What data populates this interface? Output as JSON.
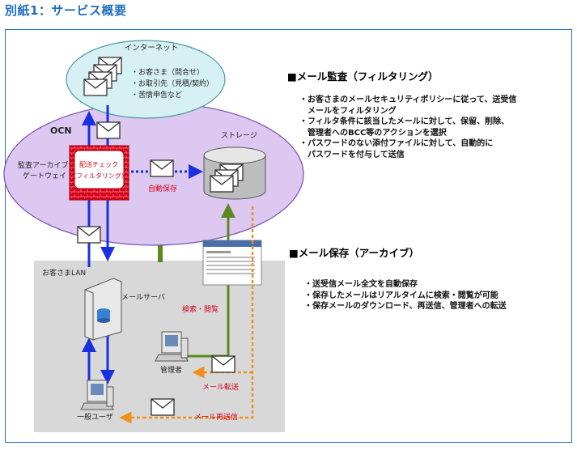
{
  "title": "別紙1：サービス概要",
  "colors": {
    "accent": "#1f6fbf",
    "ocn_fill": "#dcc8f0",
    "internet_fill": "#d6f0f3",
    "lan_fill": "#d8d8d8",
    "gateway_red": "#d6001c",
    "arrow_orange": "#f0901e",
    "arrow_green": "#5a8a1e",
    "arrow_blue": "#1a2fe0"
  },
  "diagram": {
    "internet": {
      "label": "インターネット",
      "items": [
        "・お客さま（問合せ）",
        "・お取引先（見積/契約）",
        "・苦情申告など"
      ]
    },
    "ocn": {
      "label": "OCN"
    },
    "gateway": {
      "label_line1": "監査アーカイブ",
      "label_line2": "ゲートウェイ",
      "box_line1": "配送チェック",
      "box_line2": "（フィルタリング）"
    },
    "storage": {
      "label": "ストレージ"
    },
    "auto_save": "自動保存",
    "lan": {
      "label": "お客さまLAN"
    },
    "mail_server": "メールサーバ",
    "search_view": "検索・閲覧",
    "admin": "管理者",
    "mail_forward": "メール転送",
    "mail_resend": "メール再送信",
    "general_user": "一般ユーザ"
  },
  "sections": [
    {
      "heading": "■メール監査（フィルタリング）",
      "bullets": [
        "・お客さまのメールセキュリティポリシーに従って、送受信",
        "　メールをフィルタリング",
        "・フィルタ条件に該当したメールに対して、保留、削除、",
        "　管理者へのBCC等のアクションを選択",
        "・パスワードのない添付ファイルに対して、自動的に",
        "　パスワードを付与して送信"
      ]
    },
    {
      "heading": "■メール保存（アーカイブ）",
      "bullets": [
        "・送受信メール全文を自動保存",
        "・保存したメールはリアルタイムに検索・閲覧が可能",
        "・保存メールのダウンロード、再送信、管理者への転送"
      ]
    }
  ]
}
